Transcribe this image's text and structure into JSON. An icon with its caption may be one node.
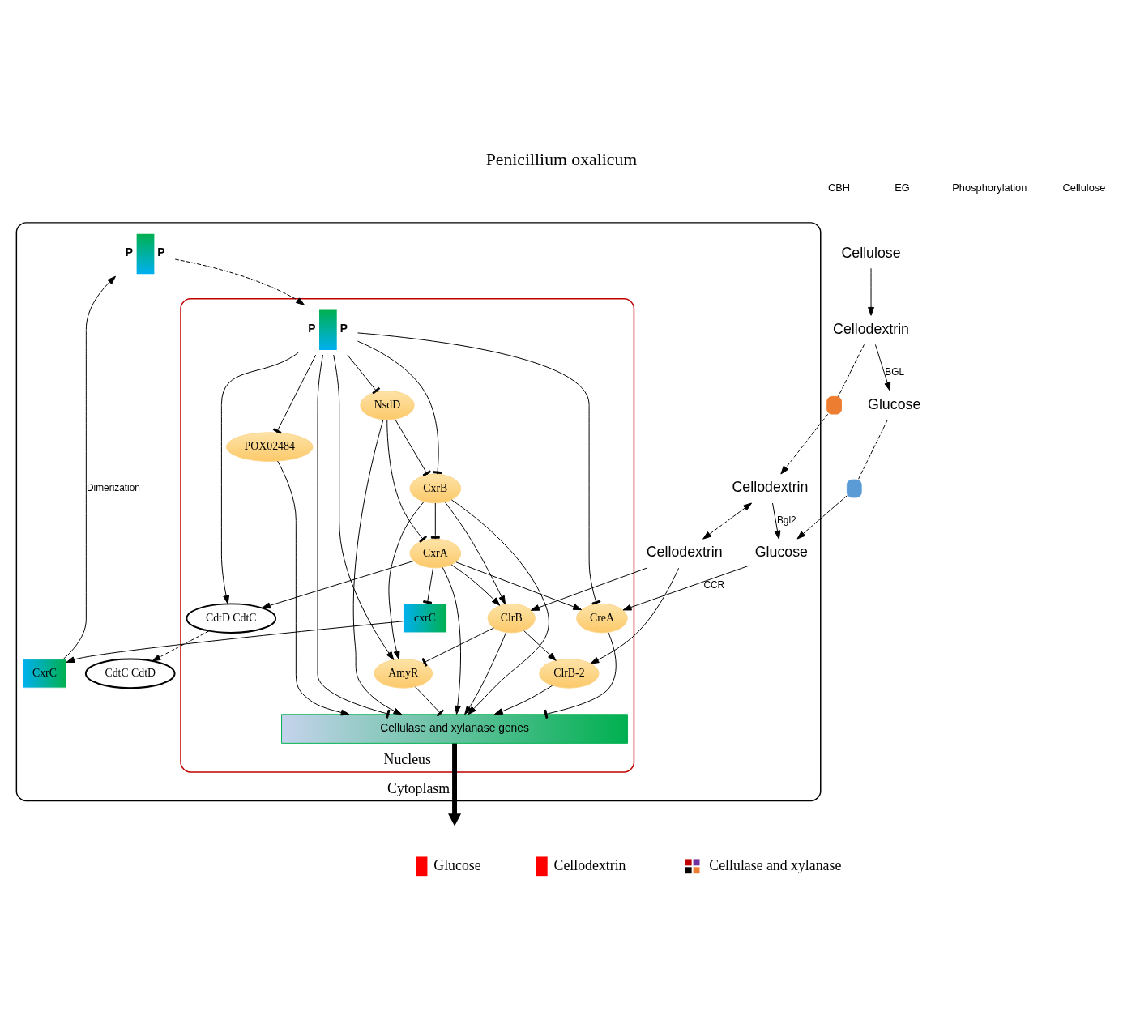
{
  "diagram": {
    "title": "Penicillium oxalicum",
    "nodes": [
      {
        "text": [
          "Cellulose"
        ]
      },
      {
        "text": [
          "Glucose"
        ]
      },
      {
        "text": [
          "Cellodextrin"
        ]
      },
      {
        "text": [
          "Cytoplasm"
        ]
      },
      {
        "text": [],
        "shape": "box"
      },
      {
        "text": [],
        "shape": "box"
      },
      {
        "text": [
          "CdtC CdtD"
        ],
        "in": 3
      },
      {
        "text": [
          "Cellodextrin"
        ],
        "in": 3
      },
      {
        "text": [
          "Glucose"
        ],
        "in": 3
      },
      {
        "text": [],
        "shape": "picture",
        "beside": [
          "P",
          "P"
        ],
        "in": 3
      },
      {
        "text": [
          "CxrC"
        ],
        "in": 3
      },
      {
        "text": [
          "Cellodextrin"
        ],
        "in": 3
      },
      {
        "text": [
          "Nucleus"
        ],
        "in": 3
      },
      {
        "text": [
          "cxrC"
        ],
        "in": 12
      },
      {
        "text": [
          "CxrA"
        ],
        "in": 12
      },
      {
        "text": [
          "CdtD CdtC"
        ],
        "in": 12
      },
      {
        "text": [
          "NsdD"
        ],
        "in": 12
      },
      {
        "text": [
          "CreA"
        ],
        "in": 12
      },
      {
        "text": [],
        "shape": "picture",
        "beside": [
          "P",
          "P"
        ],
        "in": 12
      },
      {
        "text": [
          "CxrB"
        ],
        "in": 12
      },
      {
        "text": [
          "ClrB"
        ],
        "in": 12
      },
      {
        "text": [
          "ClrB-2"
        ],
        "in": 12
      },
      {
        "text": [
          "POX02484"
        ],
        "in": 12
      },
      {
        "text": [
          "AmyR"
        ],
        "in": 12
      },
      {
        "text": [
          "Cellulase and xylanase genes"
        ],
        "in": 12
      }
    ],
    "edges": [
      {
        "from": 0,
        "to": 2,
        "arrow": "to"
      },
      {
        "from": 2,
        "to": 1,
        "arrow": "to",
        "label": "BGL"
      },
      {
        "from": 2,
        "to": 4,
        "arrow": "none",
        "style": "dashed"
      },
      {
        "from": 4,
        "to": 7,
        "arrow": "to",
        "style": "dashed"
      },
      {
        "from": 1,
        "to": 5,
        "arrow": "none",
        "style": "dashed"
      },
      {
        "from": 5,
        "to": 8,
        "arrow": "to",
        "style": "dashed"
      },
      {
        "from": 7,
        "to": 8,
        "arrow": "to",
        "label": "Bgl2"
      },
      {
        "from": 8,
        "to": 17,
        "arrow": "to",
        "label": "CCR"
      },
      {
        "from": 7,
        "to": 11,
        "arrow": "both",
        "style": "dashed"
      },
      {
        "from": 15,
        "to": 6,
        "arrow": "to",
        "style": "dashed"
      },
      {
        "from": 10,
        "to": 9,
        "arrow": "to",
        "label": "Dimerization"
      },
      {
        "from": 13,
        "to": 10,
        "arrow": "to"
      },
      {
        "from": 14,
        "to": 13,
        "arrow": "other"
      },
      {
        "from": 9,
        "to": 18,
        "arrow": "to",
        "style": "dashed"
      },
      {
        "from": 14,
        "to": 15,
        "arrow": "to"
      },
      {
        "from": 14,
        "to": 17,
        "arrow": "to"
      },
      {
        "from": 16,
        "to": 14,
        "arrow": "other"
      },
      {
        "from": 19,
        "to": 14,
        "arrow": "other"
      },
      {
        "from": 14,
        "to": 20,
        "arrow": "to"
      },
      {
        "from": 14,
        "to": 24,
        "arrow": "to"
      },
      {
        "from": 16,
        "to": 24,
        "arrow": "to"
      },
      {
        "from": 16,
        "to": 19,
        "arrow": "other"
      },
      {
        "from": 18,
        "to": 16,
        "arrow": "other"
      },
      {
        "from": 18,
        "to": 17,
        "arrow": "other"
      },
      {
        "from": 18,
        "to": 15,
        "arrow": "to"
      },
      {
        "from": 18,
        "to": 19,
        "arrow": "other"
      },
      {
        "from": 18,
        "to": 22,
        "arrow": "other"
      },
      {
        "from": 18,
        "to": 24,
        "arrow": "other"
      },
      {
        "from": 18,
        "to": 23,
        "arrow": "to"
      },
      {
        "from": 19,
        "to": 20,
        "arrow": "to"
      },
      {
        "from": 19,
        "to": 23,
        "arrow": "to"
      },
      {
        "from": 19,
        "to": 24,
        "arrow": "to"
      },
      {
        "from": 20,
        "to": 23,
        "arrow": "other"
      },
      {
        "from": 20,
        "to": 24,
        "arrow": "to"
      },
      {
        "from": 20,
        "to": 21,
        "arrow": "to"
      },
      {
        "from": 11,
        "to": 20,
        "arrow": "to"
      },
      {
        "from": 11,
        "to": 21,
        "arrow": "to"
      },
      {
        "from": 21,
        "to": 24,
        "arrow": "to"
      },
      {
        "from": 17,
        "to": 24,
        "arrow": "other"
      },
      {
        "from": 22,
        "to": 24,
        "arrow": "to"
      },
      {
        "from": 23,
        "to": 24,
        "arrow": "other"
      },
      {
        "from": 24,
        "to": null,
        "arrow": "to",
        "style": "thick"
      }
    ],
    "labels": [
      "CBH",
      "EG",
      "Phosphorylation",
      "Cellulose"
    ],
    "legend": [
      {
        "text": "Glucose",
        "color": "#ff0000"
      },
      {
        "text": "Cellodextrin",
        "color": "#ff0000"
      },
      {
        "text": "Cellulase and xylanase"
      }
    ]
  }
}
